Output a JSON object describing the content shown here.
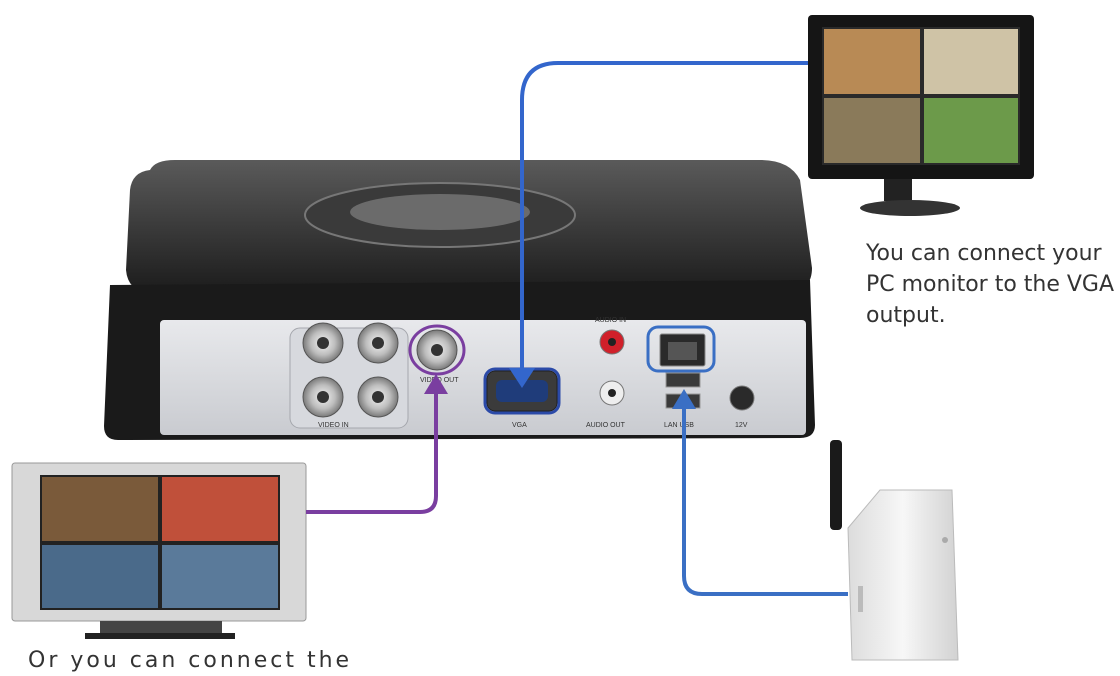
{
  "captions": {
    "pc_monitor": "You can connect your PC monitor to the VGA output.",
    "tv": "Or you can connect the"
  },
  "dvr": {
    "port_labels": {
      "video_in": "VIDEO IN",
      "video_out": "VIDEO OUT",
      "vga": "VGA",
      "audio_in": "AUDIO IN",
      "audio_out": "AUDIO OUT",
      "lan_usb": "LAN USB",
      "power": "12V"
    }
  },
  "colors": {
    "vga_cable": "#3366cc",
    "lan_cable": "#3a6fc4",
    "video_cable": "#7a3ea0"
  },
  "icons": [
    "dvr-recorder",
    "pc-monitor",
    "television",
    "wireless-router"
  ]
}
